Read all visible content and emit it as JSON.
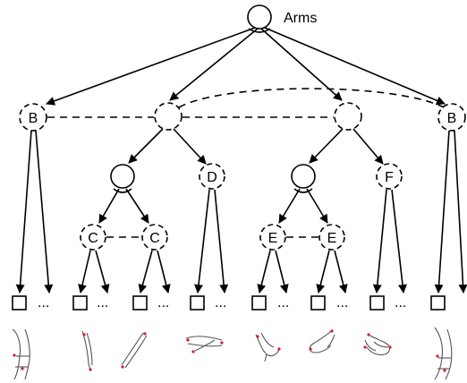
{
  "root_label": "Arms",
  "node_labels": {
    "b": "B",
    "c": "C",
    "d": "D",
    "e": "E",
    "f": "F"
  },
  "ellipsis": "...",
  "colors": {
    "stroke": "#000000",
    "joint_marker": "#d42020"
  }
}
